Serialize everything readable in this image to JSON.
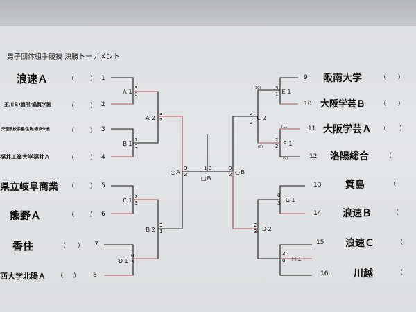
{
  "title": "男子団体組手競技 決勝トーナメント",
  "left_teams": [
    {
      "name": "浪速Ａ",
      "num": "1"
    },
    {
      "name": "玉川Ｂ/膳所/滋賀学園",
      "num": "2"
    },
    {
      "name": "天理教校学園/生駒/奈良朱雀",
      "num": "3"
    },
    {
      "name": "福井工業大学福井Ａ",
      "num": "4"
    },
    {
      "name": "県立岐阜商業",
      "num": "5"
    },
    {
      "name": "熊野Ａ",
      "num": "6"
    },
    {
      "name": "香住",
      "num": "7"
    },
    {
      "name": "西大学北陽Ａ",
      "num": "8"
    }
  ],
  "right_teams": [
    {
      "name": "阪南大学",
      "num": "9"
    },
    {
      "name": "大阪学芸Ｂ",
      "num": "10"
    },
    {
      "name": "大阪学芸Ａ",
      "num": "11"
    },
    {
      "name": "洛陽総合",
      "num": "12"
    },
    {
      "name": "箕島",
      "num": "13"
    },
    {
      "name": "浪速Ｂ",
      "num": "14"
    },
    {
      "name": "浪速Ｃ",
      "num": "15"
    },
    {
      "name": "川越",
      "num": "16"
    }
  ],
  "paren_open": "（",
  "paren_close": "）",
  "matches": {
    "A1": "Ａ１",
    "B1": "Ｂ１",
    "C1": "Ｃ１",
    "D1": "Ｄ１",
    "A2": "Ａ２",
    "B2": "Ｂ２",
    "E1": "Ｅ１",
    "F1": "Ｆ１",
    "G1": "Ｇ１",
    "H1": "Ｈ１",
    "C2": "Ｃ２",
    "D2": "Ｄ２",
    "semiA": "○Ａ",
    "semiB": "○Ｂ",
    "final": "□Ｂ"
  },
  "scores": {
    "A1": [
      "3",
      "0"
    ],
    "B1": [
      "1",
      "3"
    ],
    "C1": [
      "2",
      "3"
    ],
    "D1": [
      "0",
      "3"
    ],
    "A2": [
      "3",
      "2"
    ],
    "B2": [
      "3",
      "1"
    ],
    "semiA": [
      "3",
      "2"
    ],
    "E1": [
      "3",
      "1"
    ],
    "F1": [
      "2",
      "2"
    ],
    "G1": [
      "0",
      "3"
    ],
    "H1": [
      "3",
      "0"
    ],
    "C2": [
      "2",
      "2"
    ],
    "D2": [
      "2",
      "3"
    ],
    "semiB": [
      "3",
      "2"
    ],
    "final": [
      "1",
      "3"
    ]
  },
  "seeds": {
    "E1": "(10)",
    "F1_top": "(11)",
    "F1_bot": "(8)",
    "F1_low": "(9)"
  },
  "colors": {
    "bracket": "#1a1a1a",
    "winner_line": "#b0555d"
  }
}
